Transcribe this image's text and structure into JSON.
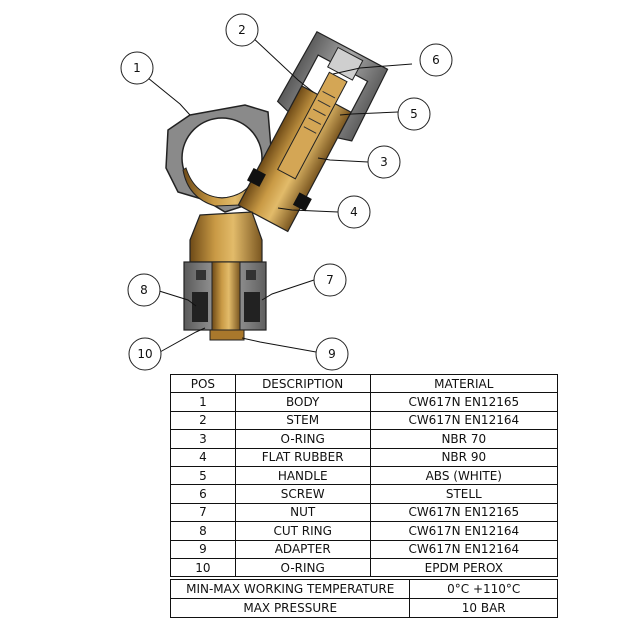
{
  "callouts": [
    "1",
    "2",
    "3",
    "4",
    "5",
    "6",
    "7",
    "8",
    "9",
    "10"
  ],
  "parts_table": {
    "headers": [
      "POS",
      "DESCRIPTION",
      "MATERIAL"
    ],
    "rows": [
      {
        "pos": "1",
        "description": "BODY",
        "material": "CW617N EN12165"
      },
      {
        "pos": "2",
        "description": "STEM",
        "material": "CW617N EN12164"
      },
      {
        "pos": "3",
        "description": "O-RING",
        "material": "NBR 70"
      },
      {
        "pos": "4",
        "description": "FLAT RUBBER",
        "material": "NBR 90"
      },
      {
        "pos": "5",
        "description": "HANDLE",
        "material": "ABS (WHITE)"
      },
      {
        "pos": "6",
        "description": "SCREW",
        "material": "STELL"
      },
      {
        "pos": "7",
        "description": "NUT",
        "material": "CW617N EN12165"
      },
      {
        "pos": "8",
        "description": "CUT RING",
        "material": "CW617N EN12164"
      },
      {
        "pos": "9",
        "description": "ADAPTER",
        "material": "CW617N EN12164"
      },
      {
        "pos": "10",
        "description": "O-RING",
        "material": "EPDM PEROX"
      }
    ]
  },
  "specs": [
    {
      "label": "MIN-MAX  WORKING TEMPERATURE",
      "value": "0°C +110°C"
    },
    {
      "label": "MAX PRESSURE",
      "value": "10 BAR"
    }
  ],
  "colors": {
    "brass": "#b8893a",
    "brass_dark": "#7a5620",
    "gray_body": "#8a8a8a",
    "handle_gray": "#6f6f6f"
  }
}
